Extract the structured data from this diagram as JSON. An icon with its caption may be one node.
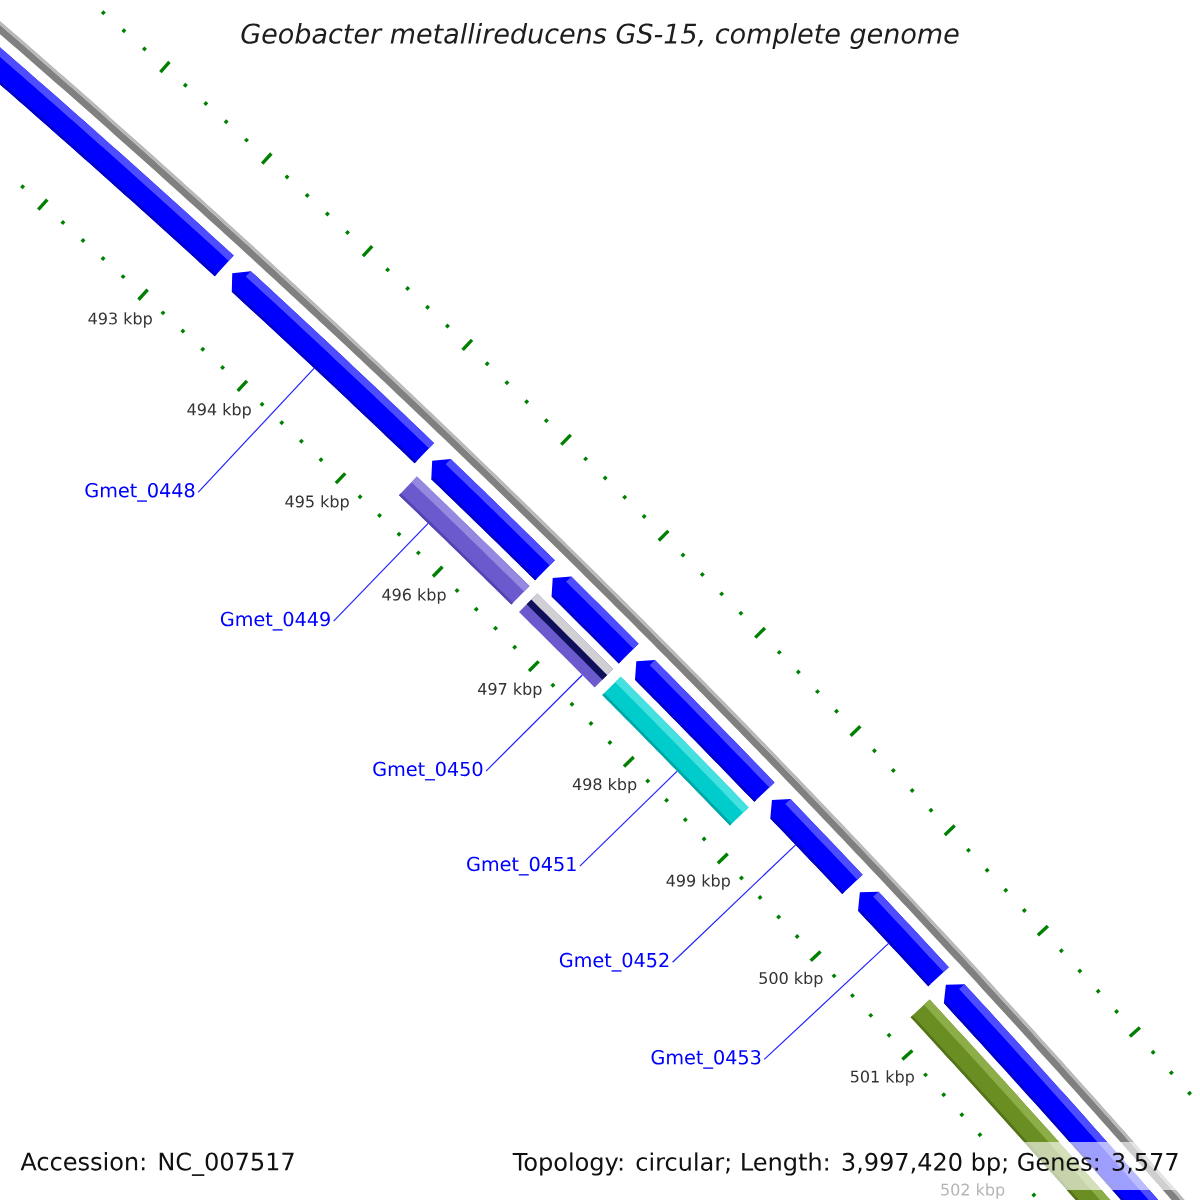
{
  "diagram": {
    "title": "Geobacter metallireducens GS-15, complete genome",
    "nodes": [
      {
        "text": [
          "Gmet_0448"
        ]
      },
      {
        "text": [
          "Gmet_0449"
        ]
      },
      {
        "text": [
          "Gmet_0450"
        ]
      },
      {
        "text": [
          "Gmet_0451"
        ]
      },
      {
        "text": [
          "Gmet_0452"
        ]
      },
      {
        "text": [
          "Gmet_0453"
        ]
      },
      {
        "text": [],
        "shape": "pentagon"
      },
      {
        "text": [],
        "shape": "pentagon"
      },
      {
        "text": [],
        "shape": "pentagon"
      },
      {
        "text": [],
        "shape": "pentagon"
      },
      {
        "text": [],
        "shape": "pentagon"
      },
      {
        "text": [],
        "shape": "pentagon"
      },
      {
        "text": [],
        "shape": "pentagon"
      },
      {
        "text": [],
        "shape": "pentagon"
      },
      {
        "text": [],
        "shape": "bar"
      },
      {
        "text": [],
        "shape": "bar"
      },
      {
        "text": [],
        "shape": "bar"
      },
      {
        "text": [],
        "shape": "bar"
      }
    ],
    "edges": [
      {
        "from": 0,
        "to": 7,
        "arrow": "none"
      },
      {
        "from": 1,
        "to": 14,
        "arrow": "none"
      },
      {
        "from": 2,
        "to": 15,
        "arrow": "none"
      },
      {
        "from": 3,
        "to": 16,
        "arrow": "none"
      },
      {
        "from": 4,
        "to": 11,
        "arrow": "none"
      },
      {
        "from": 5,
        "to": 12,
        "arrow": "none"
      }
    ],
    "labels": [
      "493 kbp",
      "494 kbp",
      "495 kbp",
      "496 kbp",
      "497 kbp",
      "498 kbp",
      "499 kbp",
      "500 kbp",
      "501 kbp",
      "502 kbp",
      "Accession: NC_007517",
      "Topology: circular; Length: 3,997,420 bp; Genes: 3,577"
    ]
  }
}
